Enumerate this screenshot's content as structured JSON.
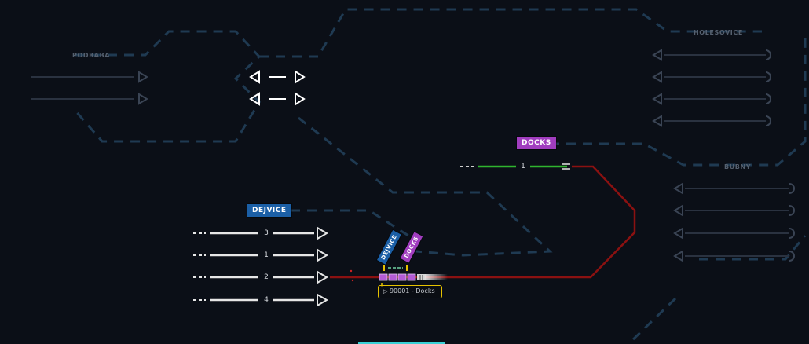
{
  "stations": {
    "podbaba": "Podbaba",
    "holesovice": "Holesovice",
    "bubny": "Bubny",
    "docks": "Docks",
    "dejvice": "Dejvice"
  },
  "tracks": {
    "docks_track": "1",
    "dejvice_tracks": [
      "3",
      "1",
      "2",
      "4"
    ]
  },
  "train": {
    "label": "90001 - Docks",
    "direction_icon": "play-triangle-icon",
    "tags": [
      "Dejvice",
      "Docks"
    ]
  },
  "colors": {
    "background": "#0b0f17",
    "dashed_line": "#1f3a52",
    "docks_purple": "#a13dbf",
    "dejvice_blue": "#1b5fa6",
    "active_track": "#2fb52f",
    "route_red": "#8b1111",
    "rail_white": "#e6e6e6",
    "selection_yellow": "#e6c200"
  }
}
